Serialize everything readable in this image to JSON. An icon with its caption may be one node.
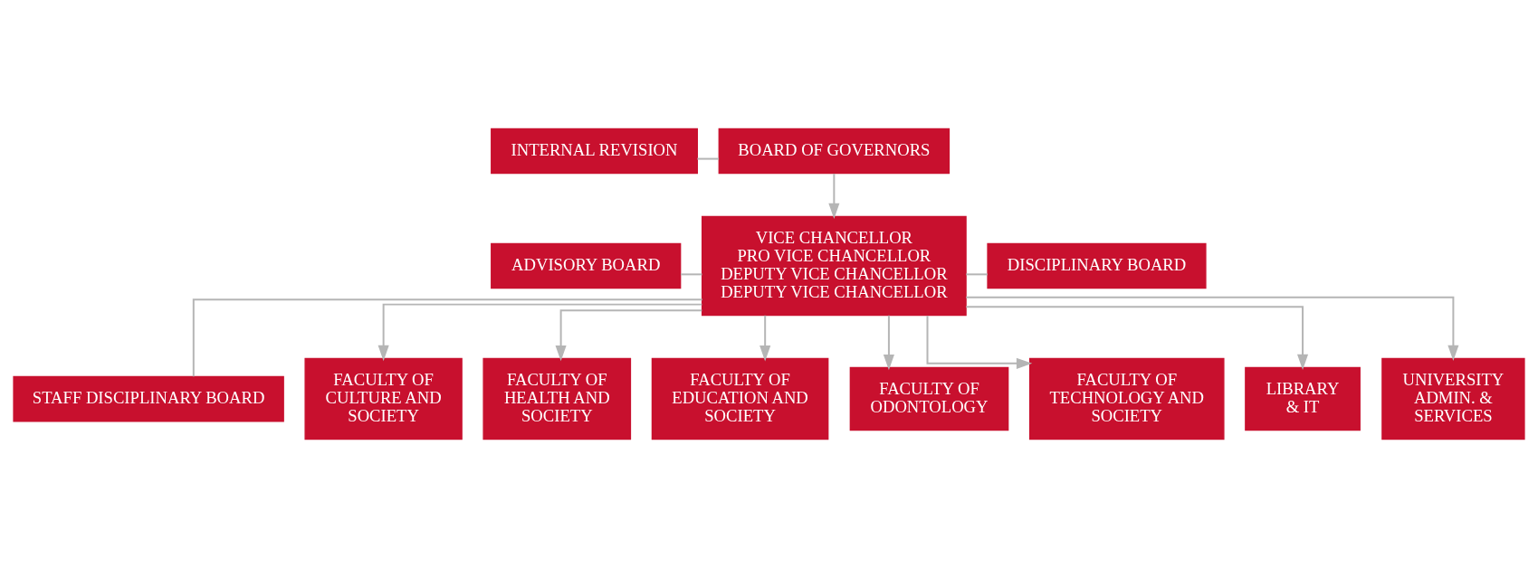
{
  "diagram": {
    "nodes": [
      {
        "text": [
          "INTERNAL REVISION"
        ]
      },
      {
        "text": [
          "BOARD OF GOVERNORS"
        ]
      },
      {
        "text": [
          "ADVISORY BOARD"
        ]
      },
      {
        "text": [
          "VICE CHANCELLOR",
          "PRO VICE CHANCELLOR",
          "DEPUTY VICE CHANCELLOR",
          "DEPUTY VICE CHANCELLOR"
        ]
      },
      {
        "text": [
          "DISCIPLINARY BOARD"
        ]
      },
      {
        "text": [
          "STAFF DISCIPLINARY BOARD"
        ]
      },
      {
        "text": [
          "FACULTY OF CULTURE AND SOCIETY"
        ]
      },
      {
        "text": [
          "FACULTY OF HEALTH AND SOCIETY"
        ]
      },
      {
        "text": [
          "FACULTY OF EDUCATION AND SOCIETY"
        ]
      },
      {
        "text": [
          "FACULTY OF ODONTOLOGY"
        ]
      },
      {
        "text": [
          "FACULTY OF TECHNOLOGY AND SOCIETY"
        ]
      },
      {
        "text": [
          "LIBRARY & IT"
        ]
      },
      {
        "text": [
          "UNIVERSITY ADMIN. & SERVICES"
        ]
      }
    ],
    "edges": [
      {
        "from": 0,
        "to": 1,
        "arrow": "none"
      },
      {
        "from": 1,
        "to": 3,
        "arrow": "to"
      },
      {
        "from": 2,
        "to": 3,
        "arrow": "none"
      },
      {
        "from": 3,
        "to": 4,
        "arrow": "none"
      },
      {
        "from": 3,
        "to": 5,
        "arrow": "none"
      },
      {
        "from": 3,
        "to": 6,
        "arrow": "to"
      },
      {
        "from": 3,
        "to": 7,
        "arrow": "to"
      },
      {
        "from": 3,
        "to": 8,
        "arrow": "to"
      },
      {
        "from": 3,
        "to": 9,
        "arrow": "to"
      },
      {
        "from": 3,
        "to": 10,
        "arrow": "to"
      },
      {
        "from": 3,
        "to": 11,
        "arrow": "to"
      },
      {
        "from": 3,
        "to": 12,
        "arrow": "to"
      }
    ]
  }
}
